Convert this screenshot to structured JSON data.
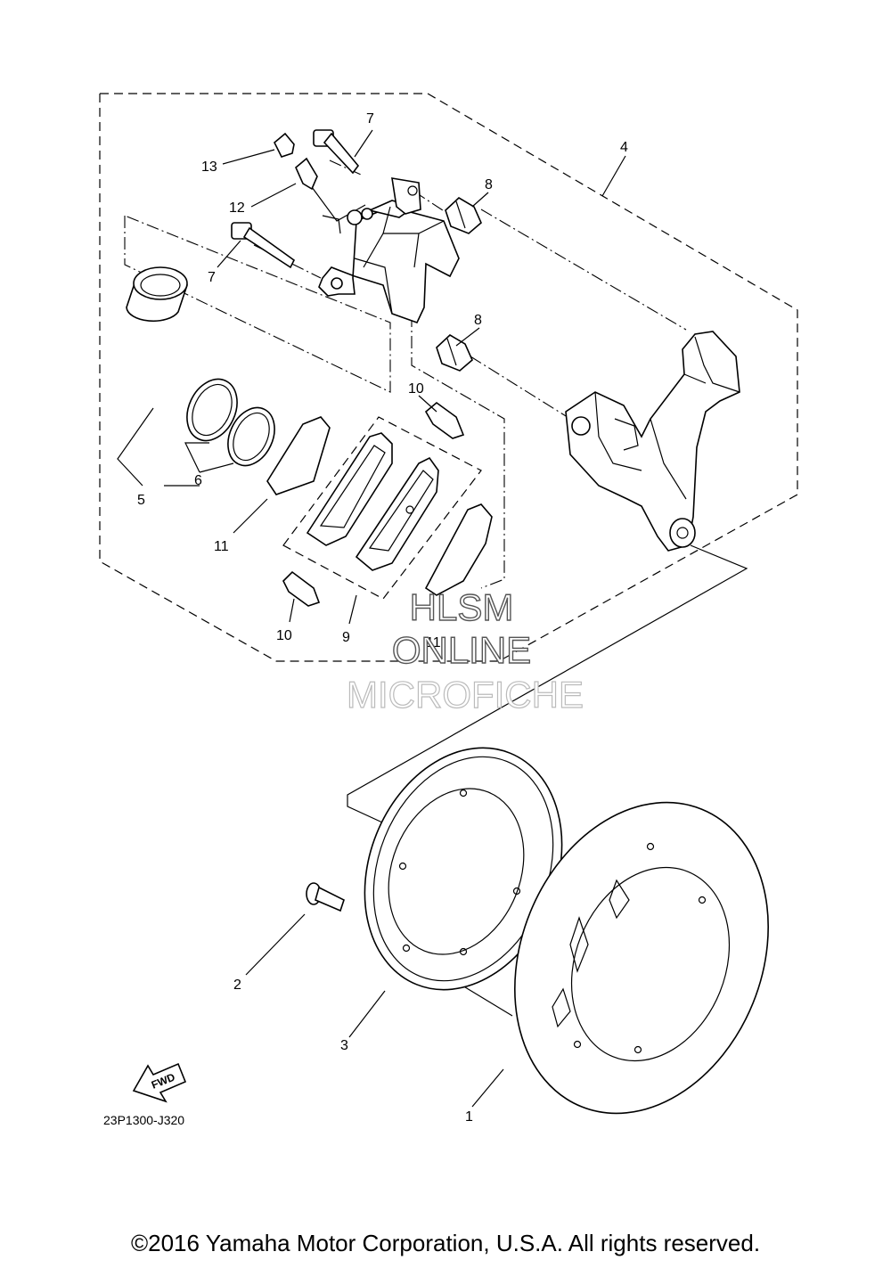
{
  "callouts": {
    "c1": "1",
    "c2": "2",
    "c3": "3",
    "c4": "4",
    "c5": "5",
    "c6": "6",
    "c7a": "7",
    "c7b": "7",
    "c8a": "8",
    "c8b": "8",
    "c9": "9",
    "c10a": "10",
    "c10b": "10",
    "c11a": "11",
    "c11b": "11",
    "c12": "12",
    "c13": "13"
  },
  "fwd_label": "FWD",
  "figure_number": "23P1300-J320",
  "watermark": {
    "line1": "HLSM",
    "line2": "ONLINE",
    "line3": "MICROFICHE"
  },
  "copyright": "©2016 Yamaha Motor Corporation, U.S.A. All rights reserved."
}
